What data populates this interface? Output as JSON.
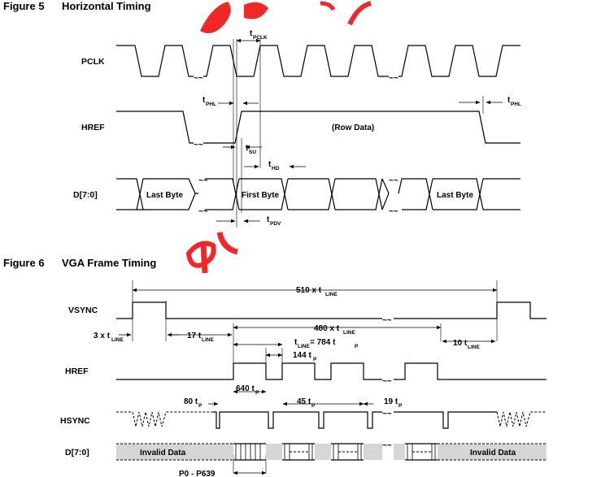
{
  "figure5": {
    "title_num": "Figure 5",
    "title": "Horizontal Timing",
    "signals": {
      "pclk": "PCLK",
      "href": "HREF",
      "data": "D[7:0]"
    },
    "tpclk": {
      "t": "t",
      "sub": "PCLK"
    },
    "tphl": {
      "t": "t",
      "sub": "PHL"
    },
    "tsu": {
      "t": "t",
      "sub": "SU"
    },
    "thd": {
      "t": "t",
      "sub": "HD"
    },
    "tpdv": {
      "t": "t",
      "sub": "PDV"
    },
    "row_data": "(Row Data)",
    "last_byte": "Last Byte",
    "first_byte": "First Byte"
  },
  "figure6": {
    "title_num": "Figure 6",
    "title": "VGA Frame Timing",
    "signals": {
      "vsync": "VSYNC",
      "href": "HREF",
      "hsync": "HSYNC",
      "data": "D[7:0]"
    },
    "ann_510": {
      "pre": "510 x t",
      "sub": "LINE"
    },
    "ann_3": {
      "pre": "3 x t",
      "sub": "LINE"
    },
    "ann_17": {
      "pre": "17 t",
      "sub": "LINE"
    },
    "ann_480": {
      "pre": "480 x t",
      "sub": "LINE"
    },
    "ann_tline": {
      "pre": "t",
      "sub1": "LINE",
      "mid": " = 784 t",
      "sub2": "P"
    },
    "ann_144": {
      "pre": "144 t",
      "sub": "P"
    },
    "ann_640": {
      "pre": "640 t",
      "sub": "P"
    },
    "ann_80": {
      "pre": "80 t",
      "sub": "P"
    },
    "ann_45": {
      "pre": "45 t",
      "sub": "P"
    },
    "ann_19": {
      "pre": "19 t",
      "sub": "P"
    },
    "ann_10": {
      "pre": "10 t",
      "sub": "LINE"
    },
    "invalid_data": "Invalid Data",
    "p0_p639": "P0 - P639"
  },
  "colors": {
    "watermark": "#ee1111",
    "invalid_fill": "#d6d6d6"
  }
}
